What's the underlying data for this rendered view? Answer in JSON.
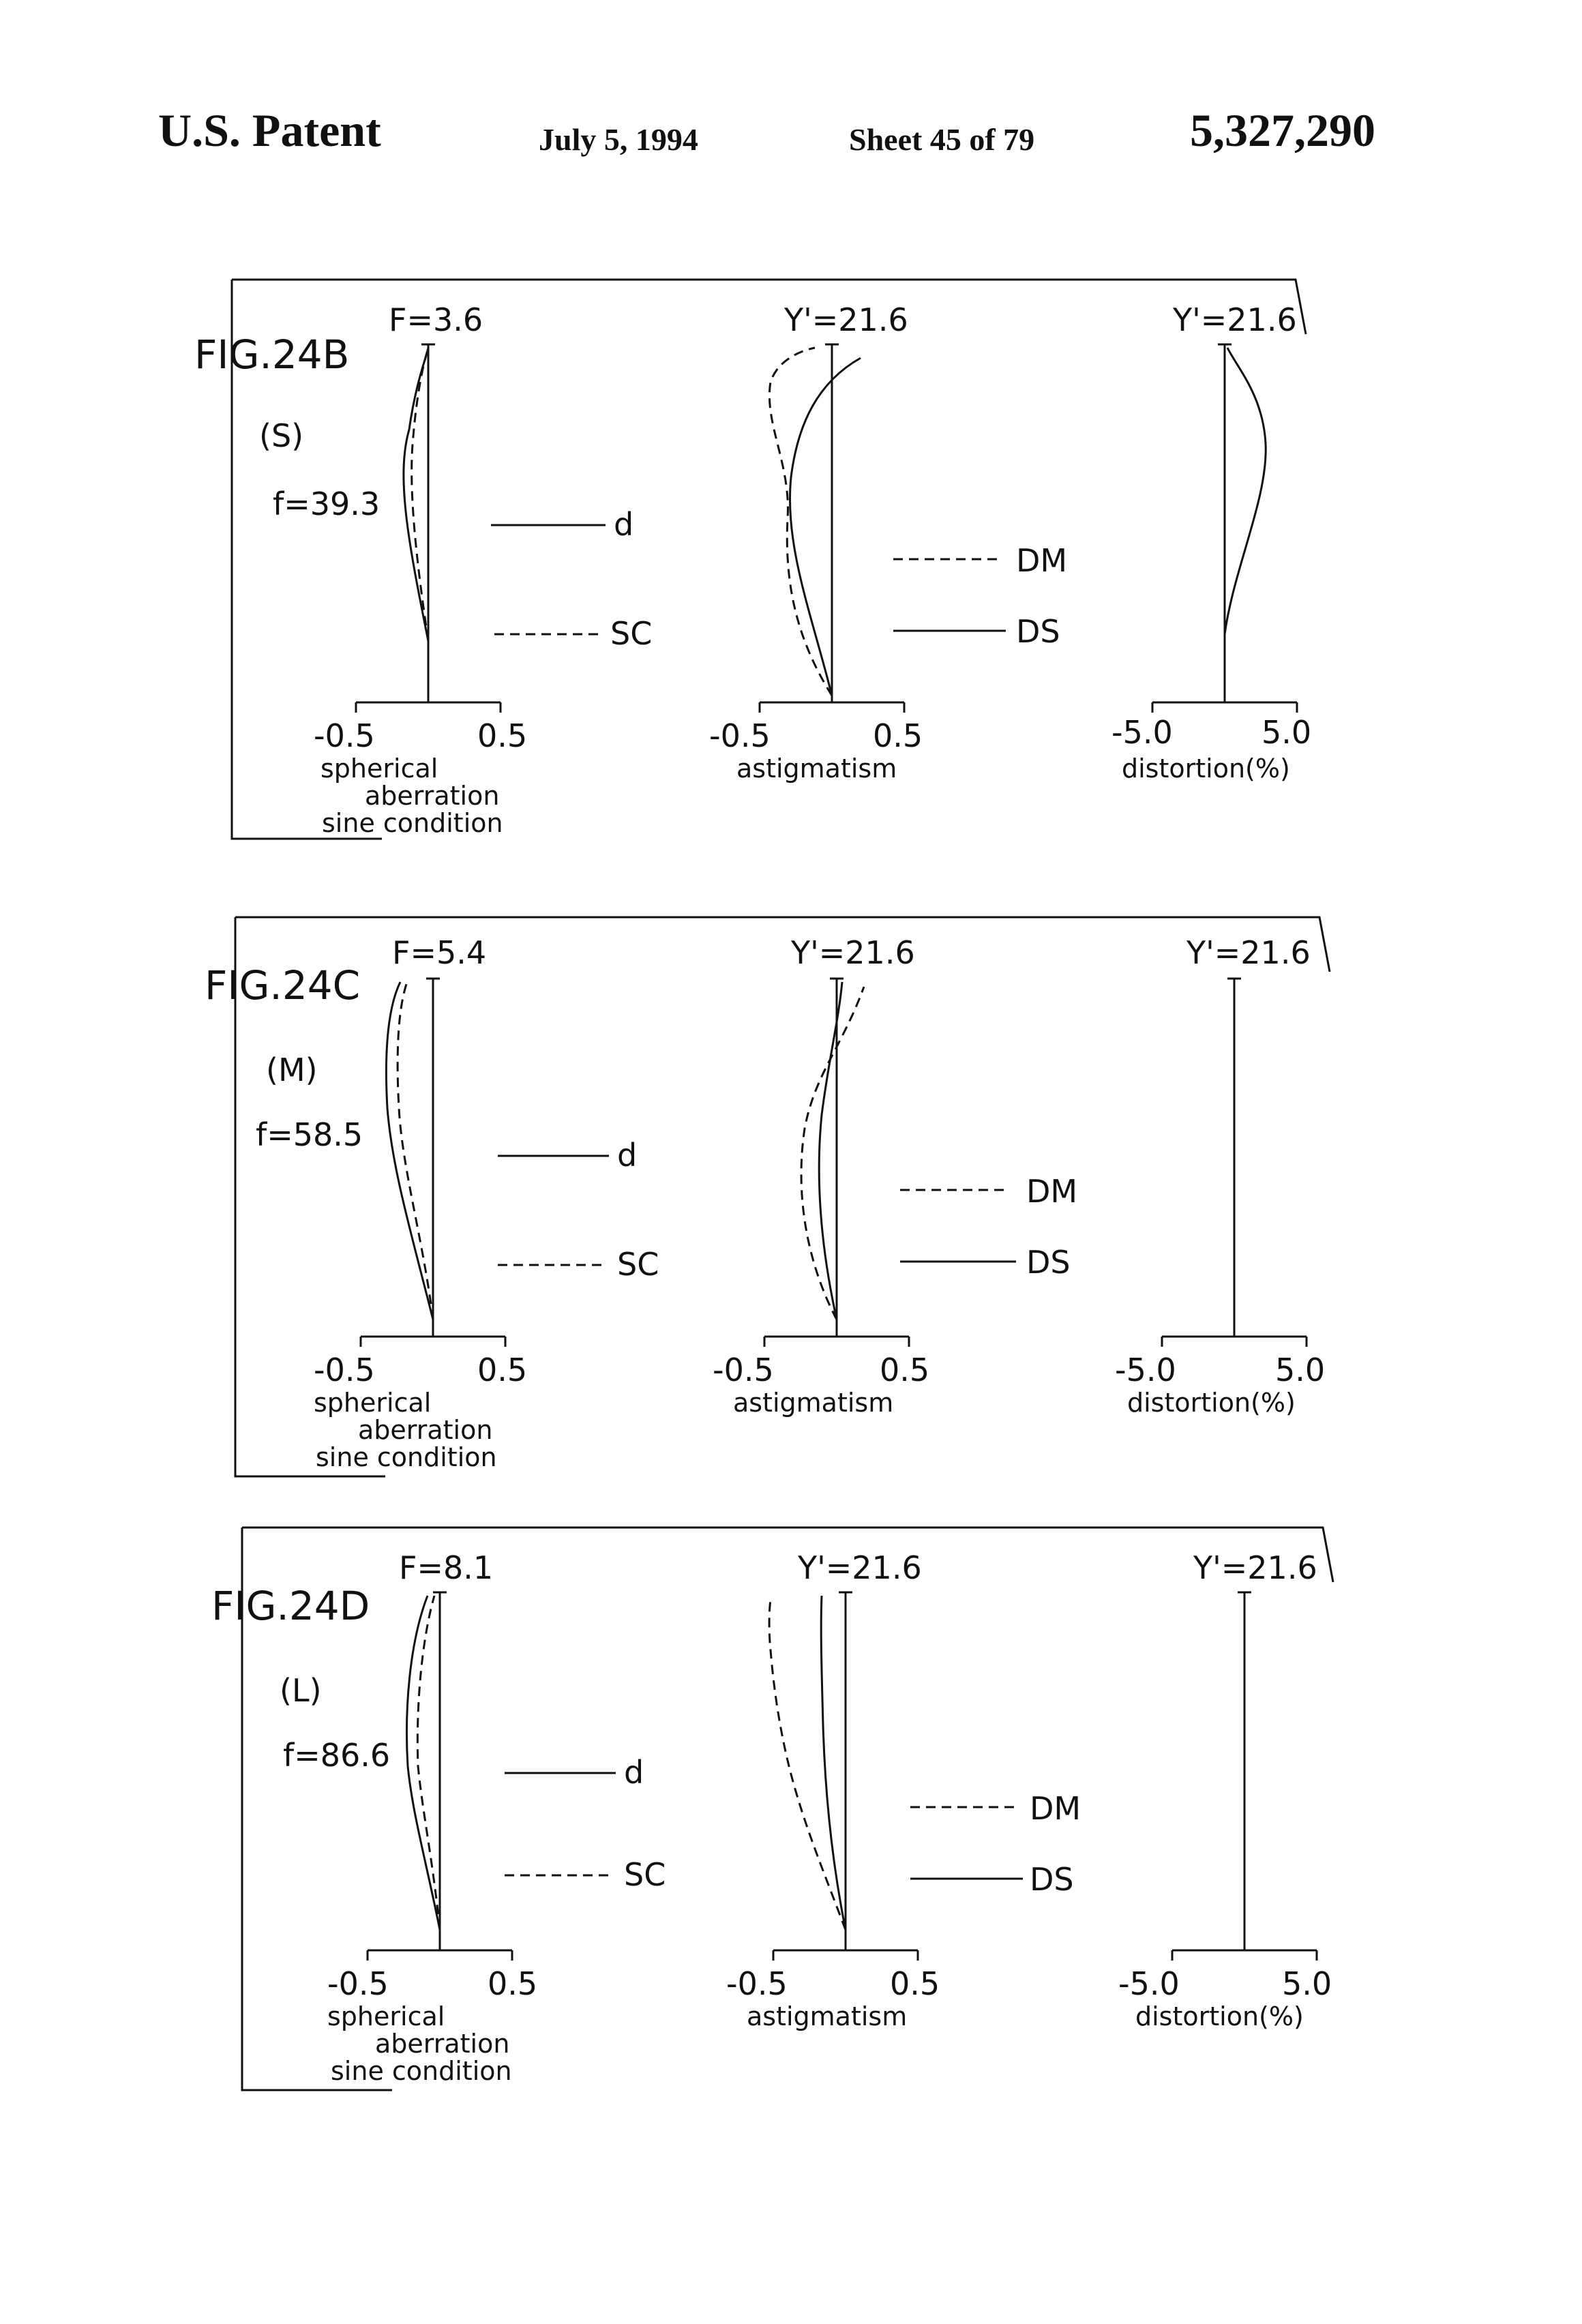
{
  "header": {
    "left": "U.S. Patent",
    "date": "July 5, 1994",
    "sheet": "Sheet 45 of 79",
    "patent_number": "5,327,290"
  },
  "figures": [
    {
      "id": "FIG.24B",
      "mode": "(S)",
      "focal": "f=39.3",
      "fnumber": "F=3.6",
      "height_astig": "Y'=21.6",
      "height_dist": "Y'=21.6",
      "legend": {
        "d": "d",
        "sc": "SC",
        "dm": "DM",
        "ds": "DS"
      },
      "sph": {
        "min": "-0.5",
        "max": "0.5",
        "label": [
          "spherical",
          "aberration",
          "sine condition"
        ]
      },
      "ast": {
        "min": "-0.5",
        "max": "0.5",
        "label": "astigmatism"
      },
      "dst": {
        "min": "-5.0",
        "max": "5.0",
        "label": "distortion(%)"
      }
    },
    {
      "id": "FIG.24C",
      "mode": "(M)",
      "focal": "f=58.5",
      "fnumber": "F=5.4",
      "height_astig": "Y'=21.6",
      "height_dist": "Y'=21.6",
      "legend": {
        "d": "d",
        "sc": "SC",
        "dm": "DM",
        "ds": "DS"
      },
      "sph": {
        "min": "-0.5",
        "max": "0.5",
        "label": [
          "spherical",
          "aberration",
          "sine condition"
        ]
      },
      "ast": {
        "min": "-0.5",
        "max": "0.5",
        "label": "astigmatism"
      },
      "dst": {
        "min": "-5.0",
        "max": "5.0",
        "label": "distortion(%)"
      }
    },
    {
      "id": "FIG.24D",
      "mode": "(L)",
      "focal": "f=86.6",
      "fnumber": "F=8.1",
      "height_astig": "Y'=21.6",
      "height_dist": "Y'=21.6",
      "legend": {
        "d": "d",
        "sc": "SC",
        "dm": "DM",
        "ds": "DS"
      },
      "sph": {
        "min": "-0.5",
        "max": "0.5",
        "label": [
          "spherical",
          "aberration",
          "sine condition"
        ]
      },
      "ast": {
        "min": "-0.5",
        "max": "0.5",
        "label": "astigmatism"
      },
      "dst": {
        "min": "-5.0",
        "max": "5.0",
        "label": "distortion(%)"
      }
    }
  ]
}
